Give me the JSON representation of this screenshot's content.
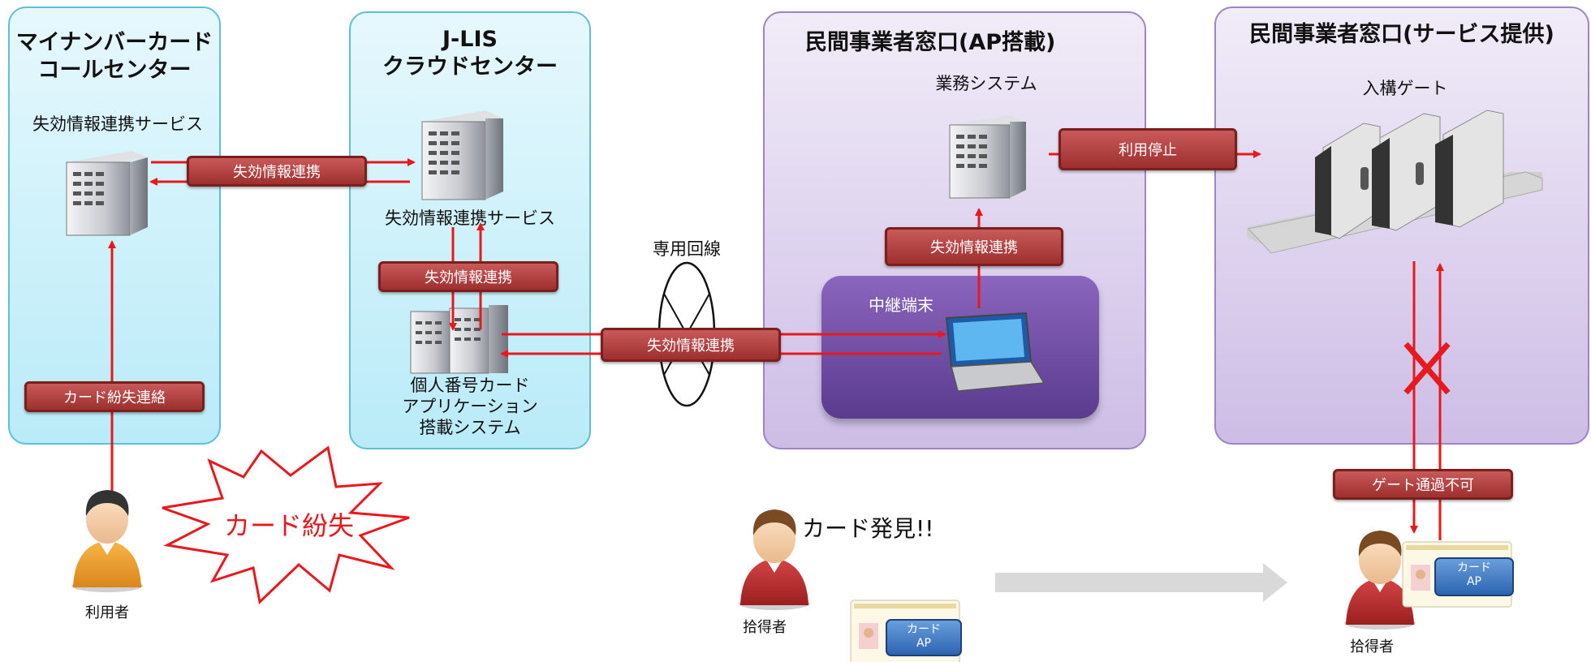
{
  "panels": {
    "callcenter": {
      "title_line1": "マイナンバーカード",
      "title_line2": "コールセンター",
      "service_label": "失効情報連携サービス"
    },
    "jlis": {
      "title_line1": "J-LIS",
      "title_line2": "クラウドセンター",
      "service_label": "失効情報連携サービス",
      "system_line1": "個人番号カード",
      "system_line2": "アプリケーション",
      "system_line3": "搭載システム"
    },
    "ap_window": {
      "title": "民間事業者窓口(AP搭載)",
      "business_label": "業務システム",
      "relay_label": "中継端末"
    },
    "service_window": {
      "title": "民間事業者窓口(サービス提供)",
      "gate_label": "入構ゲート"
    }
  },
  "tags": {
    "link_callcenter_jlis": "失効情報連携",
    "link_jlis_internal": "失効情報連携",
    "link_jlis_ap": "失効情報連携",
    "link_relay_business": "失効情報連携",
    "stop_usage": "利用停止",
    "report_loss": "カード紛失連絡",
    "gate_denied": "ゲート通過不可"
  },
  "line": {
    "label": "専用回線"
  },
  "burst": {
    "text": "カード紛失"
  },
  "people": {
    "user_label": "利用者",
    "finder_label": "拾得者",
    "finder_label_2": "拾得者",
    "found_text": "カード発見!!"
  },
  "card": {
    "chip_line1": "カード",
    "chip_line2": "AP"
  },
  "colors": {
    "arrow": "#e8191d",
    "tag": "#a83232",
    "panel_blue": "#c8f0fa",
    "panel_purple": "#ddd0ee",
    "relay": "#6c4ca3"
  }
}
